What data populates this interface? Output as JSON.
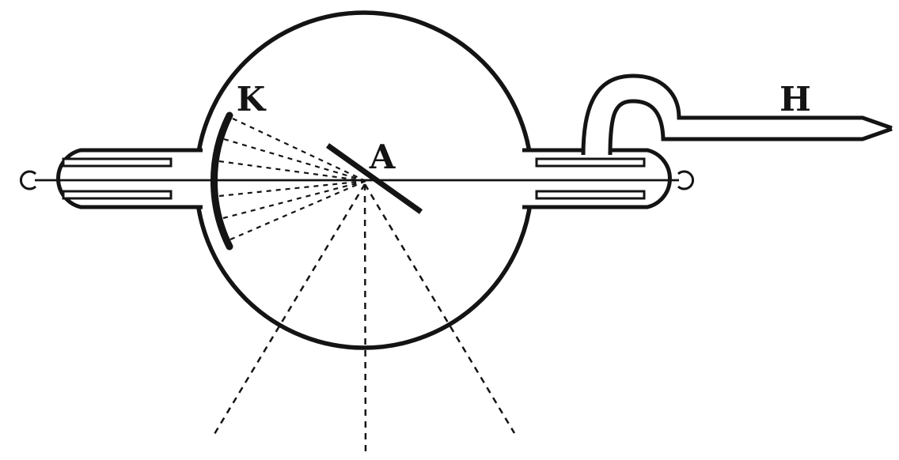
{
  "diagram": {
    "background": "#ffffff",
    "ink": "#141414",
    "labels": {
      "cathode": "K",
      "target": "A",
      "exhaust": "H"
    }
  }
}
